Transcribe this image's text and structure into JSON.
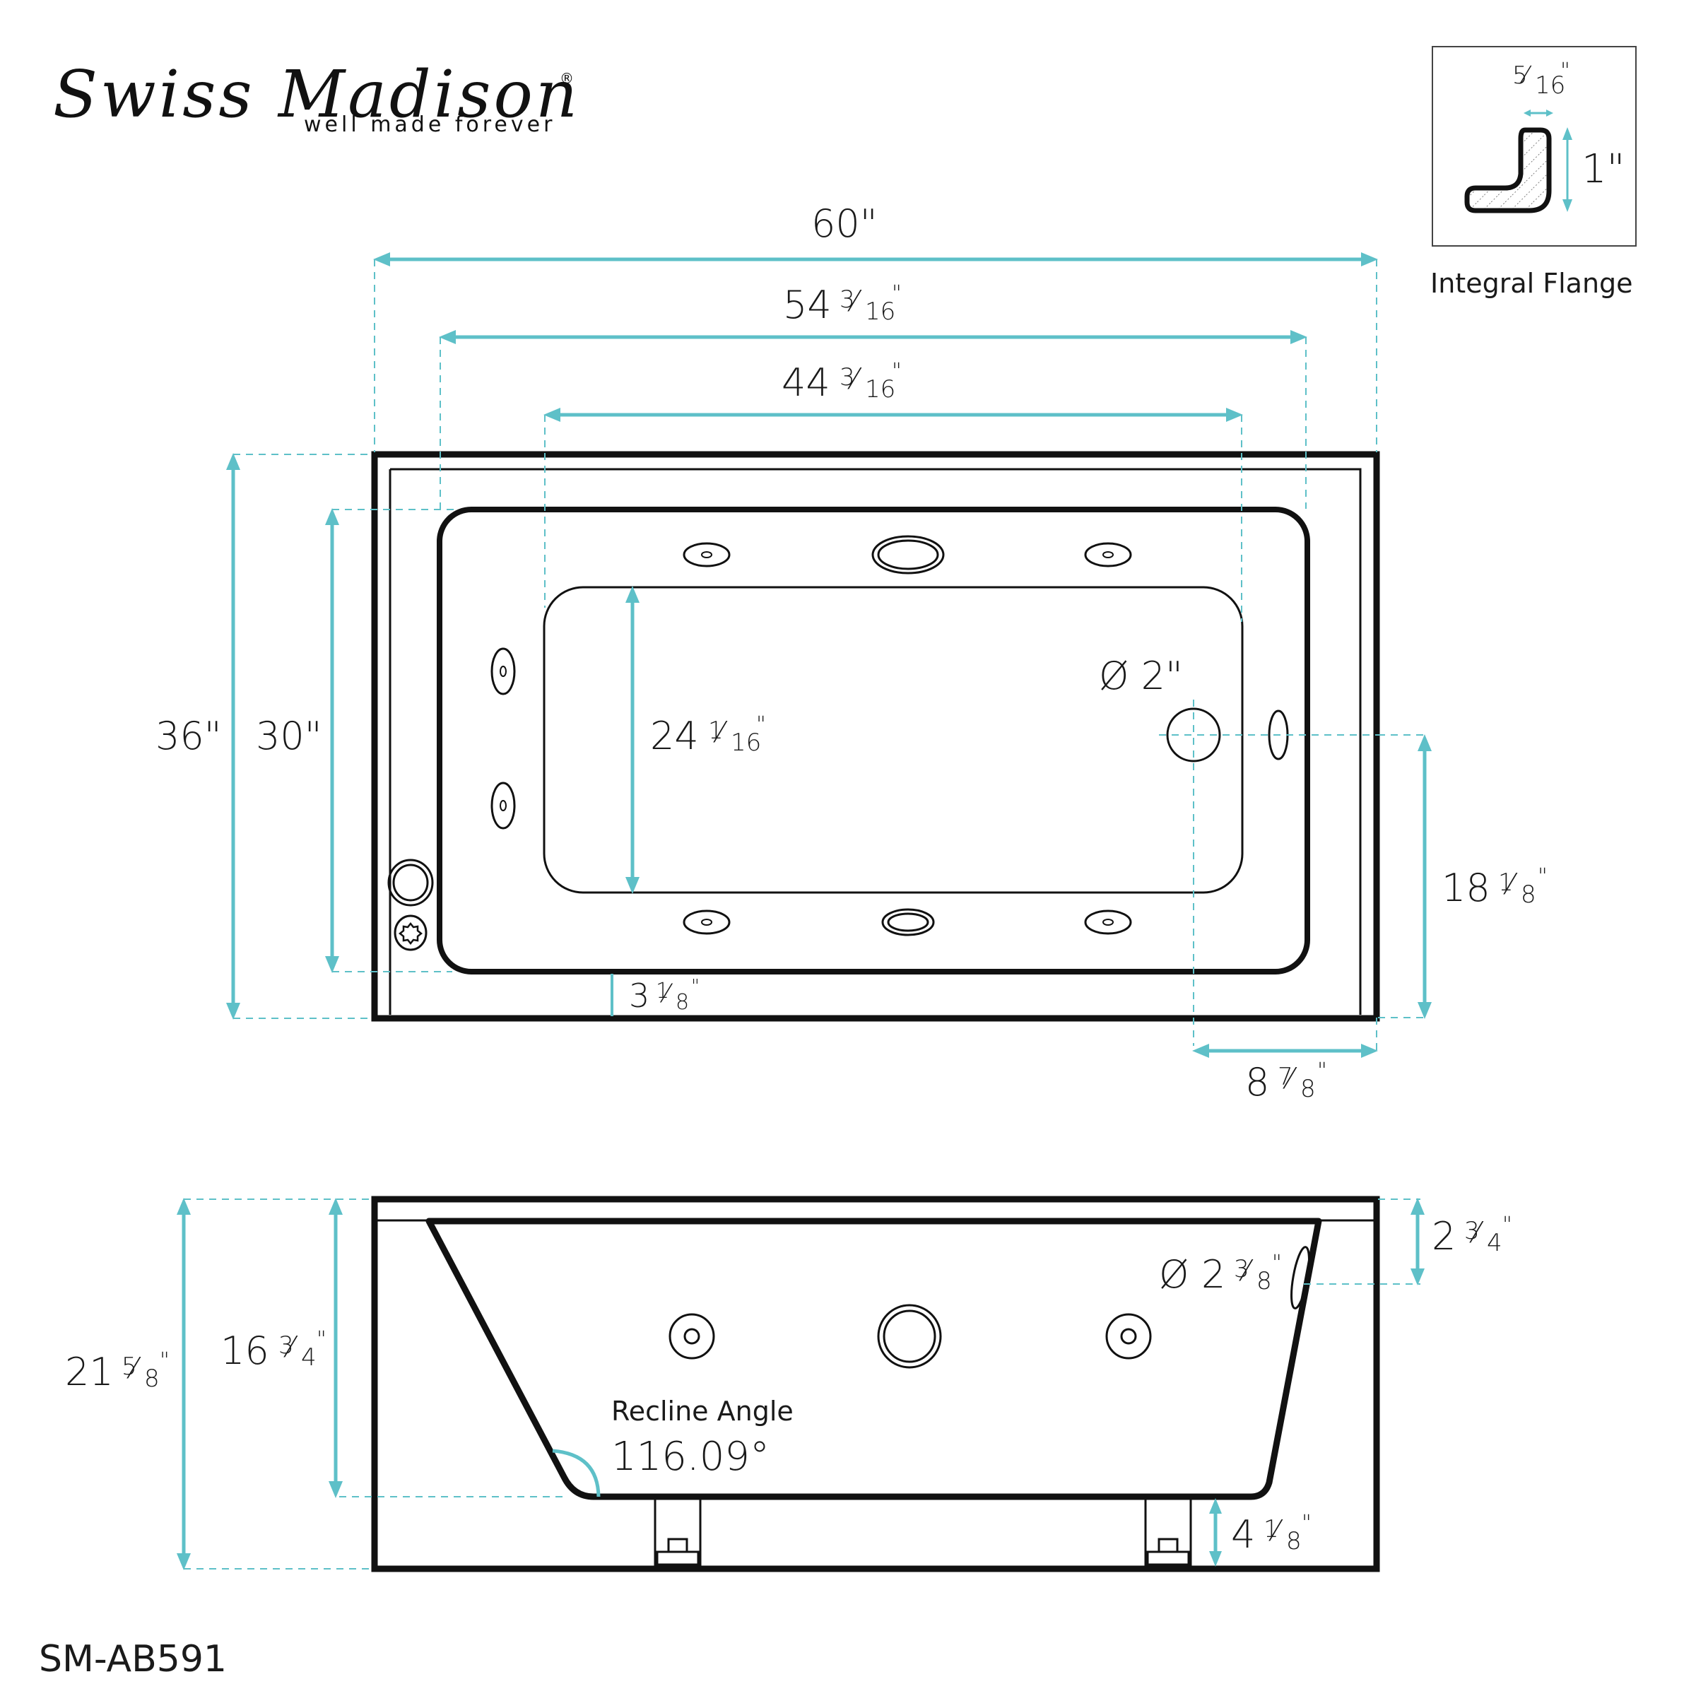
{
  "brand": {
    "name": "Swiss Madison",
    "tagline": "well made forever",
    "registered_mark": "®"
  },
  "model": "SM-AB591",
  "colors": {
    "dimension_accent": "#5ec0c8",
    "outline": "#111111",
    "background": "#ffffff"
  },
  "flange_detail": {
    "caption": "Integral Flange",
    "thickness": {
      "whole": "",
      "num": "5",
      "den": "16",
      "unit": "\""
    },
    "height": "1\""
  },
  "top_view": {
    "overall_length": "60\"",
    "rim_inner_length": {
      "whole": "54",
      "num": "3",
      "den": "16"
    },
    "floor_length": {
      "whole": "44",
      "num": "3",
      "den": "16"
    },
    "overall_width": "36\"",
    "rim_inner_width": "30\"",
    "floor_width": {
      "whole": "24",
      "num": "1",
      "den": "16"
    },
    "front_apron_offset": {
      "whole": "3",
      "num": "1",
      "den": "8"
    },
    "drain_diameter": "Ø 2\"",
    "drain_from_front": {
      "whole": "18",
      "num": "1",
      "den": "8"
    },
    "drain_from_end": {
      "whole": "8",
      "num": "7",
      "den": "8"
    }
  },
  "side_view": {
    "overall_height": {
      "whole": "21",
      "num": "5",
      "den": "8"
    },
    "interior_depth": {
      "whole": "16",
      "num": "3",
      "den": "4"
    },
    "overflow_from_top": {
      "whole": "2",
      "num": "3",
      "den": "4"
    },
    "overflow_diameter": {
      "prefix": "Ø",
      "whole": "2",
      "num": "3",
      "den": "8"
    },
    "floor_clearance": {
      "whole": "4",
      "num": "1",
      "den": "8"
    },
    "recline_label": "Recline Angle",
    "recline_value": "116.09°"
  }
}
